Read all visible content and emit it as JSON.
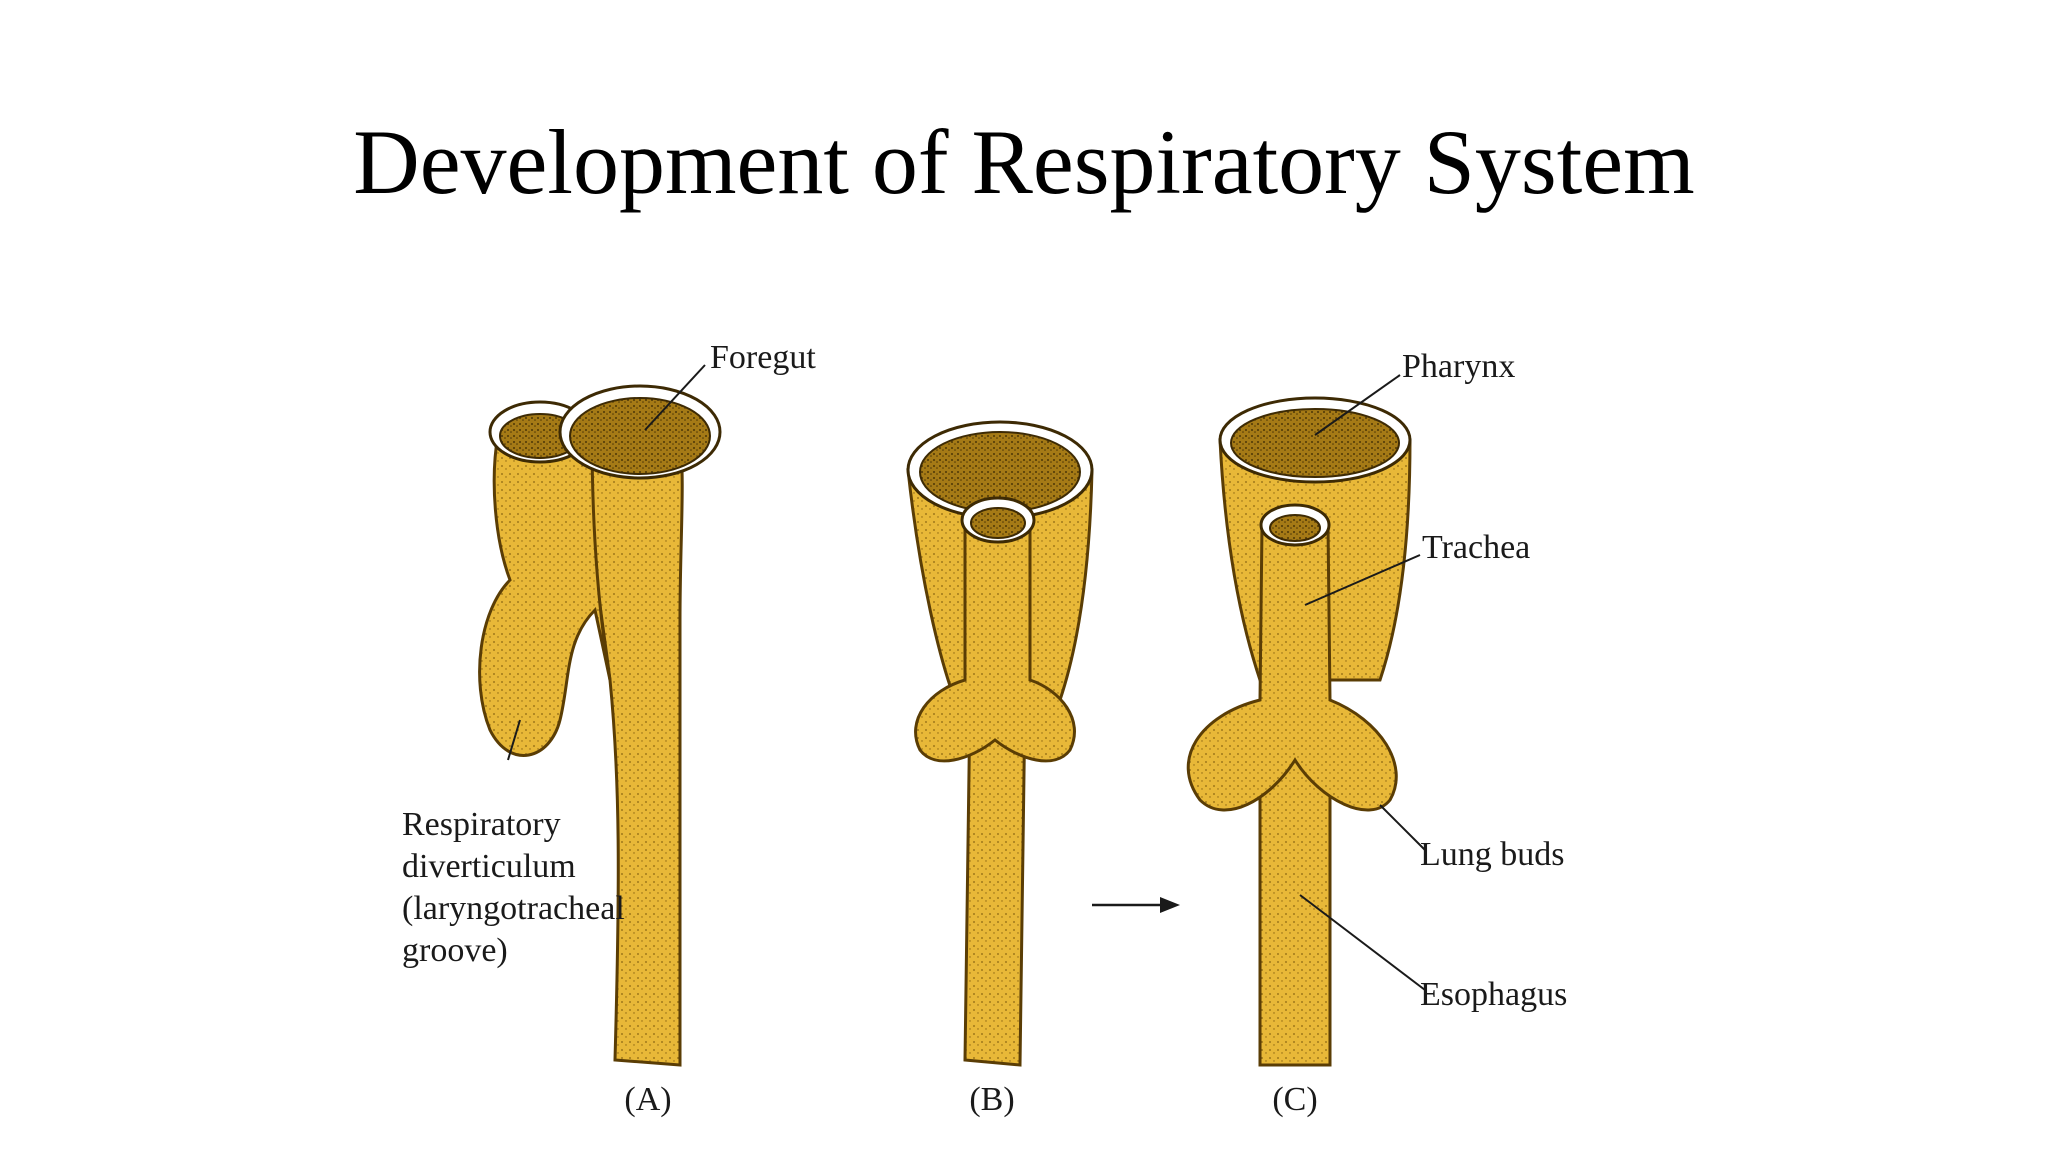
{
  "title": "Development of Respiratory System",
  "figure": {
    "labels": {
      "foregut": "Foregut",
      "respiratory_line1": "Respiratory",
      "respiratory_line2": "diverticulum",
      "respiratory_line3": "(laryngotracheal",
      "respiratory_line4": "groove)",
      "pharynx": "Pharynx",
      "trachea": "Trachea",
      "lung_buds": "Lung buds",
      "esophagus": "Esophagus"
    },
    "captions": {
      "a": "(A)",
      "b": "(B)",
      "c": "(C)"
    }
  },
  "colors": {
    "tube": "#e8b838",
    "lumen": "#7a5610",
    "outline": "#5a3d05",
    "background": "#ffffff"
  }
}
